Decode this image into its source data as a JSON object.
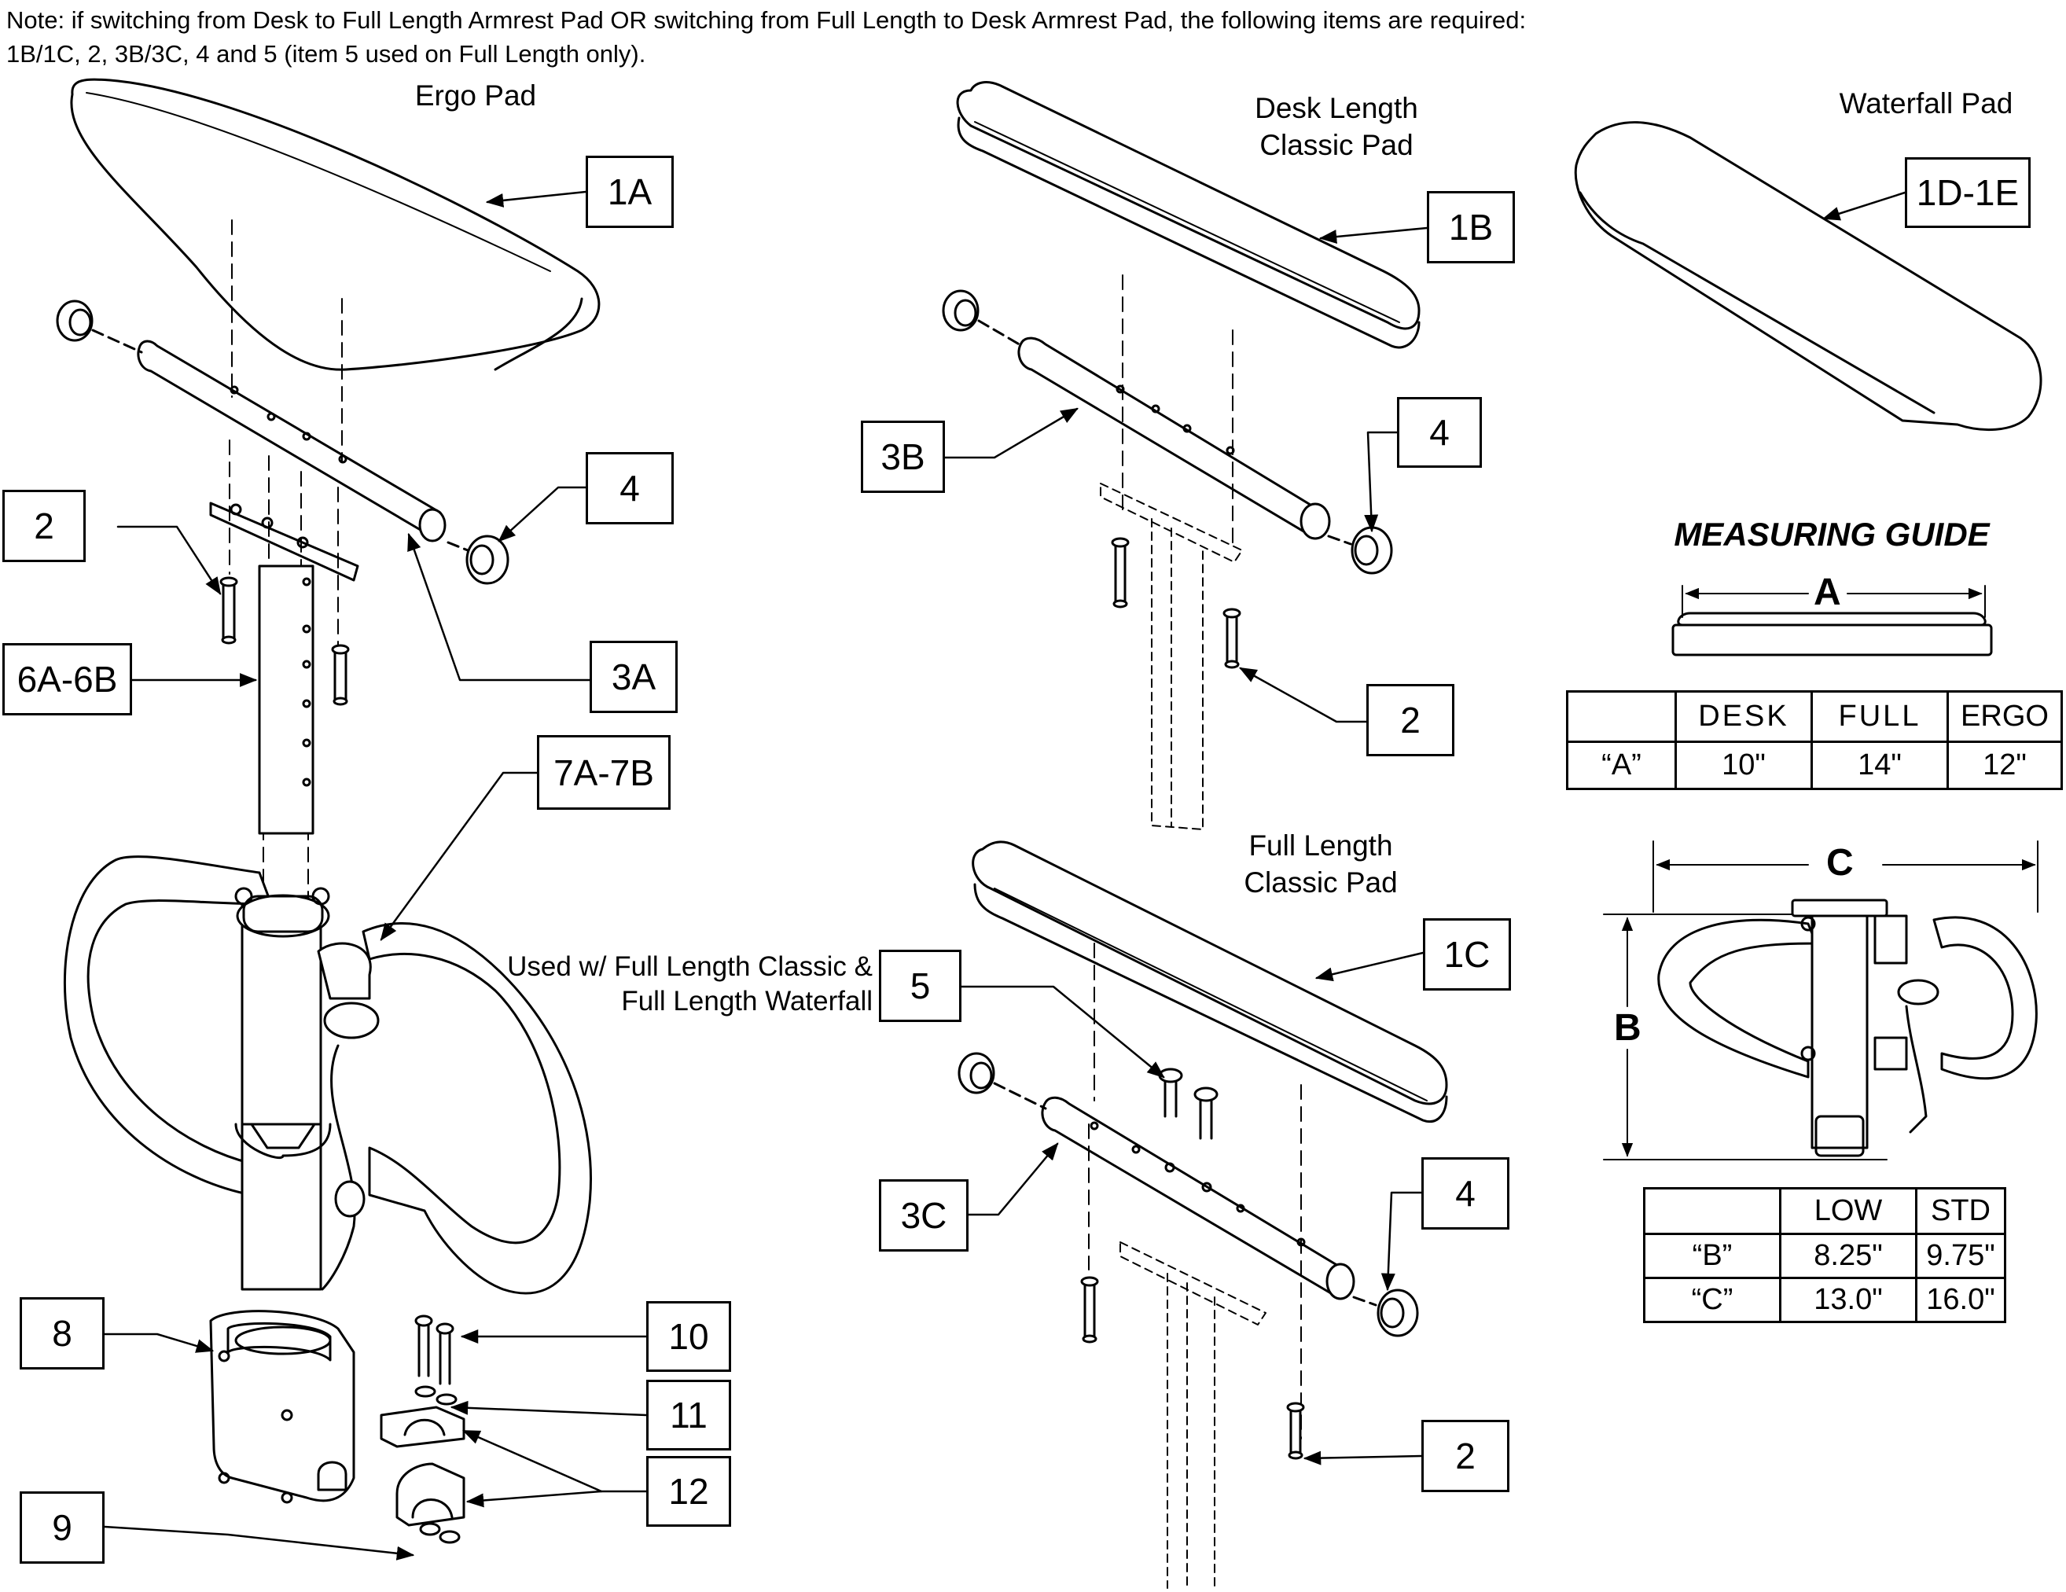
{
  "note": {
    "line1": "Note: if switching from Desk to Full Length Armrest Pad OR switching from Full Length to Desk Armrest Pad, the following items are required:",
    "line2": "1B/1C, 2, 3B/3C, 4 and 5 (item 5 used on Full Length only)."
  },
  "titles": {
    "ergo": "Ergo Pad",
    "desk_line1": "Desk Length",
    "desk_line2": "Classic Pad",
    "waterfall": "Waterfall Pad",
    "full_line1": "Full Length",
    "full_line2": "Classic Pad"
  },
  "callouts": {
    "c1a": "1A",
    "c1b": "1B",
    "c1c": "1C",
    "c1de": "1D-1E",
    "c2_left": "2",
    "c2_desk": "2",
    "c2_full": "2",
    "c3a": "3A",
    "c3b": "3B",
    "c3c": "3C",
    "c4_left": "4",
    "c4_desk": "4",
    "c4_full": "4",
    "c5": "5",
    "c6": "6A-6B",
    "c7": "7A-7B",
    "c8": "8",
    "c9": "9",
    "c10": "10",
    "c11": "11",
    "c12": "12"
  },
  "used_with": {
    "line1": "Used w/ Full Length Classic &",
    "line2": "Full Length Waterfall"
  },
  "measuring_guide": {
    "title": "MEASURING GUIDE",
    "dim_a": "A",
    "dim_b": "B",
    "dim_c": "C",
    "table_a": {
      "headers": [
        "",
        "DESK",
        "FULL",
        "ERGO"
      ],
      "row": [
        "“A”",
        "10\"",
        "14\"",
        "12\""
      ]
    },
    "table_bc": {
      "headers": [
        "",
        "LOW",
        "STD"
      ],
      "rows": [
        [
          "“B”",
          "8.25\"",
          "9.75\""
        ],
        [
          "“C”",
          "13.0\"",
          "16.0\""
        ]
      ]
    }
  }
}
